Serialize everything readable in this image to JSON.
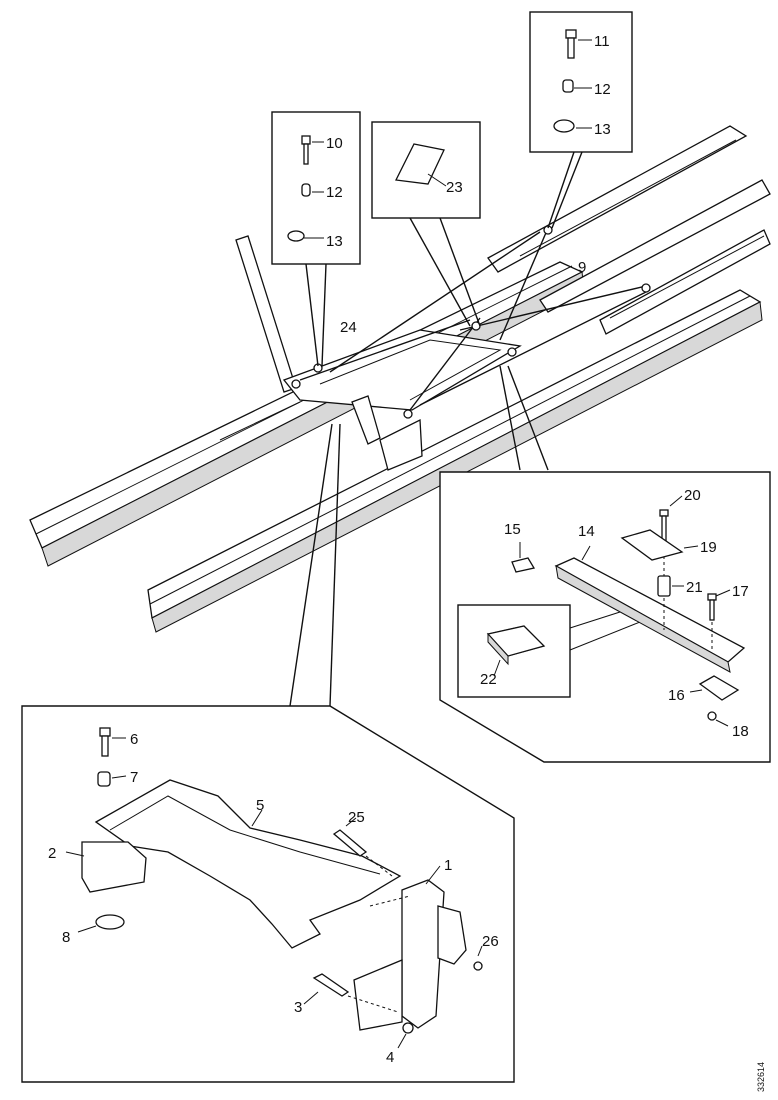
{
  "labels": {
    "p1": "1",
    "p2": "2",
    "p3": "3",
    "p4": "4",
    "p5": "5",
    "p6": "6",
    "p7": "7",
    "p8": "8",
    "p9": "9",
    "p10": "10",
    "p11": "11",
    "p12a": "12",
    "p12b": "12",
    "p13a": "13",
    "p13b": "13",
    "p14": "14",
    "p15": "15",
    "p16": "16",
    "p17": "17",
    "p18": "18",
    "p19": "19",
    "p20": "20",
    "p21": "21",
    "p22": "22",
    "p23": "23",
    "p24": "24",
    "p25": "25",
    "p26": "26"
  },
  "reference": "332614"
}
